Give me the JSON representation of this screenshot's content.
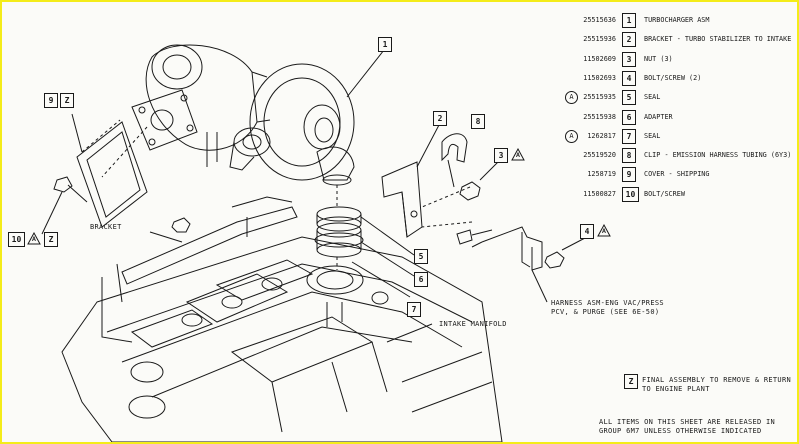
{
  "parts_list": [
    {
      "pn": "25515636",
      "num": "1",
      "desc": "TURBOCHARGER ASM",
      "circle": ""
    },
    {
      "pn": "25515936",
      "num": "2",
      "desc": "BRACKET - TURBO STABILIZER TO INTAKE",
      "circle": ""
    },
    {
      "pn": "11502609",
      "num": "3",
      "desc": "NUT (3)",
      "circle": ""
    },
    {
      "pn": "11502693",
      "num": "4",
      "desc": "BOLT/SCREW (2)",
      "circle": ""
    },
    {
      "pn": "25515935",
      "num": "5",
      "desc": "SEAL",
      "circle": "A"
    },
    {
      "pn": "25515938",
      "num": "6",
      "desc": "ADAPTER",
      "circle": ""
    },
    {
      "pn": "1262817",
      "num": "7",
      "desc": "SEAL",
      "circle": "A"
    },
    {
      "pn": "25519520",
      "num": "8",
      "desc": "CLIP - EMISSION HARNESS TUBING (6Y3)",
      "circle": ""
    },
    {
      "pn": "1258719",
      "num": "9",
      "desc": "COVER - SHIPPING",
      "circle": ""
    },
    {
      "pn": "11500827",
      "num": "10",
      "desc": "BOLT/SCREW",
      "circle": ""
    }
  ],
  "callouts": {
    "c1": "1",
    "c2": "2",
    "c3": "3",
    "c3_tri": "A",
    "c4": "4",
    "c4_tri": "A",
    "c5": "5",
    "c6": "6",
    "c7": "7",
    "c8": "8",
    "c9": "9",
    "c9_z": "Z",
    "c10": "10",
    "c10_tri": "A",
    "c10_z": "Z"
  },
  "labels": {
    "bracket": "BRACKET",
    "intake_manifold": "INTAKE MANIFOLD",
    "harness_line1": "HARNESS ASM-ENG VAC/PRESS",
    "harness_line2": "PCV, & PURGE (SEE 6E-50)"
  },
  "notes": {
    "z_box": "Z",
    "final_line1": "FINAL ASSEMBLY TO REMOVE & RETURN",
    "final_line2": "TO ENGINE PLANT",
    "released_line1": "ALL ITEMS ON THIS SHEET ARE RELEASED IN",
    "released_line2": "GROUP 6M7 UNLESS OTHERWISE INDICATED"
  },
  "colors": {
    "border": "#f4ec1a",
    "ink": "#1a1a1a",
    "paper": "#fbfbf8"
  }
}
